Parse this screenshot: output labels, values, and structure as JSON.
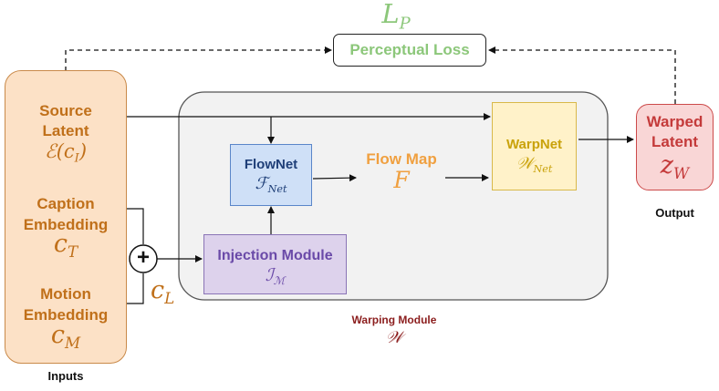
{
  "perceptual_loss": {
    "symbol": "L",
    "symbol_sub": "P",
    "label": "Perceptual Loss"
  },
  "inputs": {
    "caption": "Inputs",
    "source": {
      "line1": "Source",
      "line2": "Latent",
      "math": "ℰ(c",
      "math_sub": "I",
      "math_close": ")"
    },
    "caption_embedding": {
      "line1": "Caption",
      "line2": "Embedding",
      "math": "c",
      "math_sub": "T"
    },
    "motion_embedding": {
      "line1": "Motion",
      "line2": "Embedding",
      "math": "c",
      "math_sub": "M"
    }
  },
  "combine": {
    "symbol": "+",
    "math": "c",
    "math_sub": "L"
  },
  "warping_module": {
    "label": "Warping Module",
    "math": "𝒲",
    "flownet": {
      "label": "FlowNet",
      "math": "ℱ",
      "math_sub": "Net"
    },
    "injection": {
      "label": "Injection Module",
      "math": "ℐ",
      "math_sub": "ℳ"
    },
    "flowmap": {
      "label": "Flow Map",
      "math": "F"
    },
    "warpnet": {
      "label": "WarpNet",
      "math": "𝒲",
      "math_sub": "Net"
    }
  },
  "output": {
    "caption": "Output",
    "line1": "Warped",
    "line2": "Latent",
    "math": "z",
    "math_sub": "W"
  },
  "colors": {
    "inputs_fill": "#fce1c6",
    "inputs_border": "#c98a4a",
    "text_orange": "#c0701a",
    "flownet_fill": "#cfe0f7",
    "flownet_border": "#5a86c9",
    "flownet_text": "#1f3f78",
    "injection_fill": "#ddd2ec",
    "injection_border": "#8a74b6",
    "injection_text": "#6a4aa8",
    "warpnet_fill": "#fff2c9",
    "warpnet_border": "#d9b94a",
    "warpnet_text": "#c9a20a",
    "flowmap_text": "#f0a040",
    "output_fill": "#f9d6d6",
    "output_border": "#cc4a4a",
    "output_text": "#c43a3a",
    "loss_text": "#8cc77a",
    "module_text": "#8b1d1d"
  }
}
